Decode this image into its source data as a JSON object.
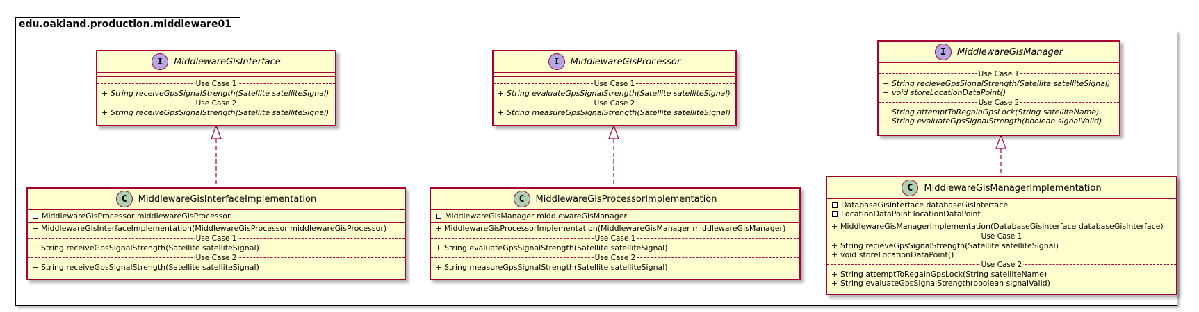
{
  "package": {
    "name": "edu.oakland.production.middleware01"
  },
  "interfaces": [
    {
      "name": "MiddlewareGisInterface",
      "badge": "I",
      "groups": [
        {
          "label": "Use Case 1",
          "methods": [
            "String receiveGpsSignalStrength(Satellite satelliteSignal)"
          ]
        },
        {
          "label": "Use Case 2",
          "methods": [
            "String receiveGpsSignalStrength(Satellite satelliteSignal)"
          ]
        }
      ]
    },
    {
      "name": "MiddlewareGisProcessor",
      "badge": "I",
      "groups": [
        {
          "label": "Use Case 1",
          "methods": [
            "String evaluateGpsSignalStrength(Satellite satelliteSignal)"
          ]
        },
        {
          "label": "Use Case 2",
          "methods": [
            "String measureGpsSignalStrength(Satellite satelliteSignal)"
          ]
        }
      ]
    },
    {
      "name": "MiddlewareGisManager",
      "badge": "I",
      "groups": [
        {
          "label": "Use Case 1",
          "methods": [
            "String recieveGpsSignalStrength(Satellite satelliteSignal)",
            "void storeLocationDataPoint()"
          ]
        },
        {
          "label": "Use Case 2",
          "methods": [
            "String attemptToRegainGpsLock(String satelliteName)",
            "String evaluateGpsSignalStrength(boolean signalValid)"
          ]
        }
      ]
    }
  ],
  "classes": [
    {
      "name": "MiddlewareGisInterfaceImplementation",
      "badge": "C",
      "fields": [
        "MiddlewareGisProcessor middlewareGisProcessor"
      ],
      "constructor": "MiddlewareGisInterfaceImplementation(MiddlewareGisProcessor middlewareGisProcessor)",
      "groups": [
        {
          "label": "Use Case 1",
          "methods": [
            "String receiveGpsSignalStrength(Satellite satelliteSignal)"
          ]
        },
        {
          "label": "Use Case 2",
          "methods": [
            "String receiveGpsSignalStrength(Satellite satelliteSignal)"
          ]
        }
      ]
    },
    {
      "name": "MiddlewareGisProcessorImplementation",
      "badge": "C",
      "fields": [
        "MiddlewareGisManager middlewareGisManager"
      ],
      "constructor": "MiddlewareGisProcessorImplementation(MiddlewareGisManager middlewareGisManager)",
      "groups": [
        {
          "label": "Use Case 1",
          "methods": [
            "String evaluateGpsSignalStrength(Satellite satelliteSignal)"
          ]
        },
        {
          "label": "Use Case 2",
          "methods": [
            "String measureGpsSignalStrength(Satellite satelliteSignal)"
          ]
        }
      ]
    },
    {
      "name": "MiddlewareGisManagerImplementation",
      "badge": "C",
      "fields": [
        "DatabaseGisInterface databaseGisInterface",
        "LocationDataPoint locationDataPoint"
      ],
      "constructor": "MiddlewareGisManagerImplementation(DatabaseGisInterface databaseGisInterface)",
      "groups": [
        {
          "label": "Use Case 1",
          "methods": [
            "String recieveGpsSignalStrength(Satellite satelliteSignal)",
            "void storeLocationDataPoint()"
          ]
        },
        {
          "label": "Use Case 2",
          "methods": [
            "String attemptToRegainGpsLock(String satelliteName)",
            "String evaluateGpsSignalStrength(boolean signalValid)"
          ]
        }
      ]
    }
  ],
  "colors": {
    "box_fill": "#fefece",
    "box_border": "#a80036",
    "interface_badge": "#b4a7e5",
    "class_badge": "#add1b2"
  },
  "symbols": {
    "public": "+"
  }
}
